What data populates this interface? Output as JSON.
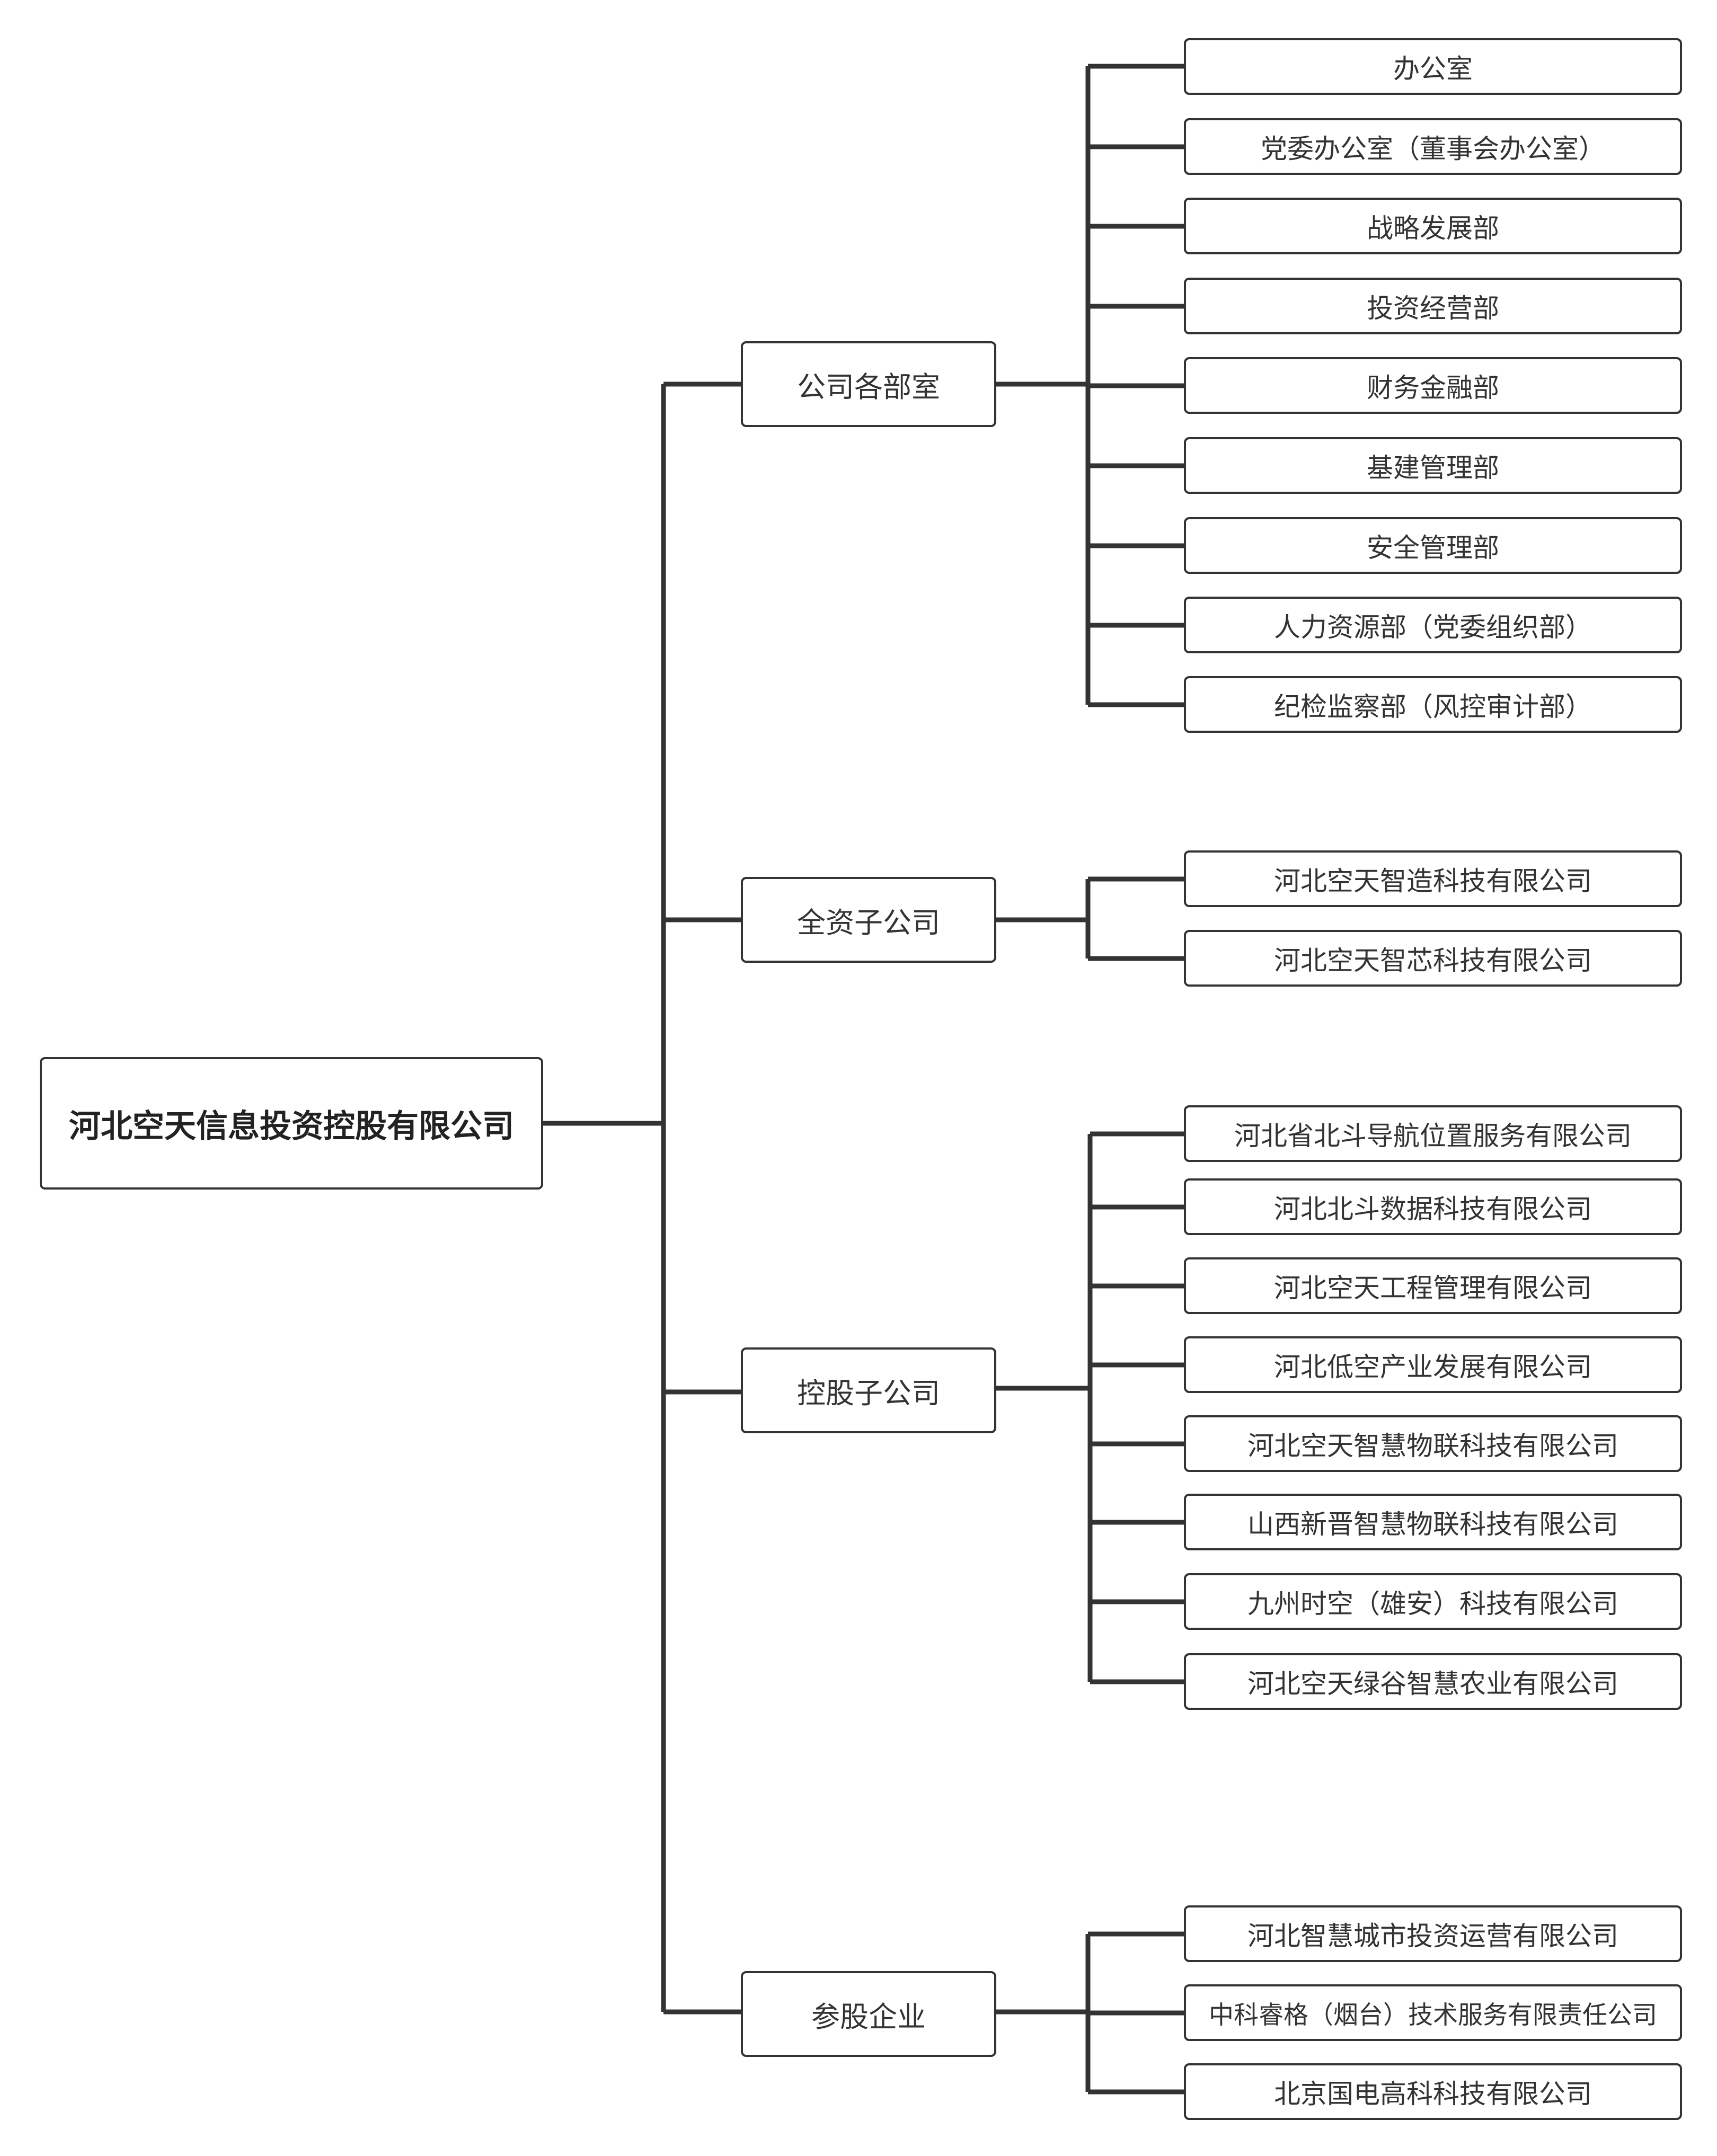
{
  "root": {
    "label": "河北空天信息投资控股有限公司"
  },
  "branches": [
    {
      "label": "公司各部室",
      "children": [
        "办公室",
        "党委办公室（董事会办公室）",
        "战略发展部",
        "投资经营部",
        "财务金融部",
        "基建管理部",
        "安全管理部",
        "人力资源部（党委组织部）",
        "纪检监察部（风控审计部）"
      ]
    },
    {
      "label": "全资子公司",
      "children": [
        "河北空天智造科技有限公司",
        "河北空天智芯科技有限公司"
      ]
    },
    {
      "label": "控股子公司",
      "children": [
        "河北省北斗导航位置服务有限公司",
        "河北北斗数据科技有限公司",
        "河北空天工程管理有限公司",
        "河北低空产业发展有限公司",
        "河北空天智慧物联科技有限公司",
        "山西新晋智慧物联科技有限公司",
        "九州时空（雄安）科技有限公司",
        "河北空天绿谷智慧农业有限公司"
      ]
    },
    {
      "label": "参股企业",
      "children": [
        "河北智慧城市投资运营有限公司",
        "中科睿格（烟台）技术服务有限责任公司",
        "北京国电高科科技有限公司"
      ]
    }
  ]
}
